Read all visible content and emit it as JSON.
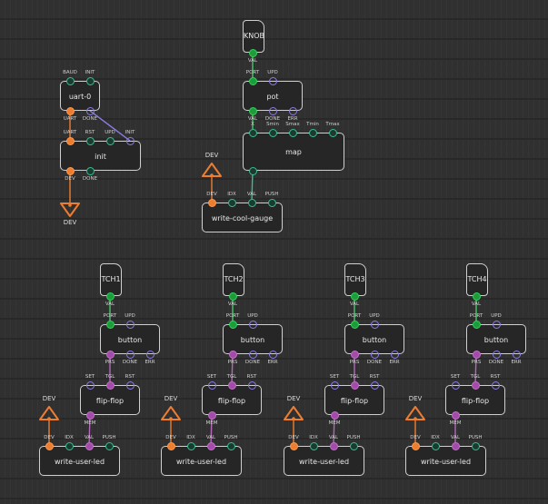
{
  "colors": {
    "green": "#1e9b3a",
    "violet": "#6a5fc7",
    "orange": "#ed7d31",
    "teal": "#1f7f63",
    "purple": "#a24ba9",
    "line_violet": "#8a7ee6",
    "line_green": "#47c86b",
    "line_purple": "#b368bb"
  },
  "nodes": [
    {
      "id": "knob",
      "label": "KNOB",
      "shape": "flag"
    },
    {
      "id": "pot",
      "label": "pot"
    },
    {
      "id": "map",
      "label": "map"
    },
    {
      "id": "uart",
      "label": "uart-0"
    },
    {
      "id": "init",
      "label": "init"
    },
    {
      "id": "wcg",
      "label": "write-cool-gauge"
    },
    {
      "id": "tch1",
      "label": "TCH1",
      "shape": "flag"
    },
    {
      "id": "tch2",
      "label": "TCH2",
      "shape": "flag"
    },
    {
      "id": "tch3",
      "label": "TCH3",
      "shape": "flag"
    },
    {
      "id": "tch4",
      "label": "TCH4",
      "shape": "flag"
    },
    {
      "id": "b1",
      "label": "button"
    },
    {
      "id": "b2",
      "label": "button"
    },
    {
      "id": "b3",
      "label": "button"
    },
    {
      "id": "b4",
      "label": "button"
    },
    {
      "id": "f1",
      "label": "flip-flop"
    },
    {
      "id": "f2",
      "label": "flip-flop"
    },
    {
      "id": "f3",
      "label": "flip-flop"
    },
    {
      "id": "f4",
      "label": "flip-flop"
    },
    {
      "id": "w1",
      "label": "write-user-led"
    },
    {
      "id": "w2",
      "label": "write-user-led"
    },
    {
      "id": "w3",
      "label": "write-user-led"
    },
    {
      "id": "w4",
      "label": "write-user-led"
    }
  ],
  "pins": [
    {
      "node": "knob",
      "label": "VAL",
      "kind": "green",
      "side": "bottom"
    },
    {
      "node": "pot",
      "label": "PORT",
      "kind": "green",
      "side": "top"
    },
    {
      "node": "pot",
      "label": "UPD",
      "kind": "violet",
      "side": "top"
    },
    {
      "node": "pot",
      "label": "VAL",
      "kind": "green",
      "side": "bottom"
    },
    {
      "node": "pot",
      "label": "DONE",
      "kind": "violet",
      "side": "bottom"
    },
    {
      "node": "pot",
      "label": "ERR",
      "kind": "violet",
      "side": "bottom"
    },
    {
      "node": "map",
      "label": "X",
      "kind": "teal",
      "side": "top"
    },
    {
      "node": "map",
      "label": "Smin",
      "kind": "teal",
      "side": "top"
    },
    {
      "node": "map",
      "label": "Smax",
      "kind": "teal",
      "side": "top"
    },
    {
      "node": "map",
      "label": "Tmin",
      "kind": "teal",
      "side": "top"
    },
    {
      "node": "map",
      "label": "Tmax",
      "kind": "teal",
      "side": "top"
    },
    {
      "node": "map",
      "label": "",
      "kind": "teal",
      "side": "bottom"
    },
    {
      "node": "uart",
      "label": "BAUD",
      "kind": "teal",
      "side": "top"
    },
    {
      "node": "uart",
      "label": "INIT",
      "kind": "teal",
      "side": "top"
    },
    {
      "node": "uart",
      "label": "UART",
      "kind": "orange",
      "side": "bottom"
    },
    {
      "node": "uart",
      "label": "DONE",
      "kind": "violet",
      "side": "bottom"
    },
    {
      "node": "init",
      "label": "UART",
      "kind": "orange",
      "side": "top"
    },
    {
      "node": "init",
      "label": "RST",
      "kind": "teal",
      "side": "top"
    },
    {
      "node": "init",
      "label": "UPD",
      "kind": "teal",
      "side": "top"
    },
    {
      "node": "init",
      "label": "INIT",
      "kind": "violet",
      "side": "top"
    },
    {
      "node": "init",
      "label": "DEV",
      "kind": "orange",
      "side": "bottom"
    },
    {
      "node": "init",
      "label": "DONE",
      "kind": "teal",
      "side": "bottom"
    },
    {
      "node": "wcg",
      "label": "DEV",
      "kind": "orange",
      "side": "top"
    },
    {
      "node": "wcg",
      "label": "IDX",
      "kind": "teal",
      "side": "top"
    },
    {
      "node": "wcg",
      "label": "VAL",
      "kind": "teal",
      "side": "top"
    },
    {
      "node": "wcg",
      "label": "PUSH",
      "kind": "teal",
      "side": "top"
    },
    {
      "node": "tch1",
      "label": "VAL",
      "kind": "green",
      "side": "bottom"
    },
    {
      "node": "tch2",
      "label": "VAL",
      "kind": "green",
      "side": "bottom"
    },
    {
      "node": "tch3",
      "label": "VAL",
      "kind": "green",
      "side": "bottom"
    },
    {
      "node": "tch4",
      "label": "VAL",
      "kind": "green",
      "side": "bottom"
    },
    {
      "node": "b1",
      "label": "PORT",
      "kind": "green",
      "side": "top"
    },
    {
      "node": "b1",
      "label": "UPD",
      "kind": "violet",
      "side": "top"
    },
    {
      "node": "b1",
      "label": "PRS",
      "kind": "purple",
      "side": "bottom"
    },
    {
      "node": "b1",
      "label": "DONE",
      "kind": "violet",
      "side": "bottom"
    },
    {
      "node": "b1",
      "label": "ERR",
      "kind": "violet",
      "side": "bottom"
    },
    {
      "node": "b2",
      "label": "PORT",
      "kind": "green",
      "side": "top"
    },
    {
      "node": "b2",
      "label": "UPD",
      "kind": "violet",
      "side": "top"
    },
    {
      "node": "b2",
      "label": "PRS",
      "kind": "purple",
      "side": "bottom"
    },
    {
      "node": "b2",
      "label": "DONE",
      "kind": "violet",
      "side": "bottom"
    },
    {
      "node": "b2",
      "label": "ERR",
      "kind": "violet",
      "side": "bottom"
    },
    {
      "node": "b3",
      "label": "PORT",
      "kind": "green",
      "side": "top"
    },
    {
      "node": "b3",
      "label": "UPD",
      "kind": "violet",
      "side": "top"
    },
    {
      "node": "b3",
      "label": "PRS",
      "kind": "purple",
      "side": "bottom"
    },
    {
      "node": "b3",
      "label": "DONE",
      "kind": "violet",
      "side": "bottom"
    },
    {
      "node": "b3",
      "label": "ERR",
      "kind": "violet",
      "side": "bottom"
    },
    {
      "node": "b4",
      "label": "PORT",
      "kind": "green",
      "side": "top"
    },
    {
      "node": "b4",
      "label": "UPD",
      "kind": "violet",
      "side": "top"
    },
    {
      "node": "b4",
      "label": "PRS",
      "kind": "purple",
      "side": "bottom"
    },
    {
      "node": "b4",
      "label": "DONE",
      "kind": "violet",
      "side": "bottom"
    },
    {
      "node": "b4",
      "label": "ERR",
      "kind": "violet",
      "side": "bottom"
    },
    {
      "node": "f1",
      "label": "SET",
      "kind": "violet",
      "side": "top"
    },
    {
      "node": "f1",
      "label": "TGL",
      "kind": "purple",
      "side": "top"
    },
    {
      "node": "f1",
      "label": "RST",
      "kind": "violet",
      "side": "top"
    },
    {
      "node": "f1",
      "label": "MEM",
      "kind": "purple",
      "side": "bottom"
    },
    {
      "node": "f2",
      "label": "SET",
      "kind": "violet",
      "side": "top"
    },
    {
      "node": "f2",
      "label": "TGL",
      "kind": "purple",
      "side": "top"
    },
    {
      "node": "f2",
      "label": "RST",
      "kind": "violet",
      "side": "top"
    },
    {
      "node": "f2",
      "label": "MEM",
      "kind": "purple",
      "side": "bottom"
    },
    {
      "node": "f3",
      "label": "SET",
      "kind": "violet",
      "side": "top"
    },
    {
      "node": "f3",
      "label": "TGL",
      "kind": "purple",
      "side": "top"
    },
    {
      "node": "f3",
      "label": "RST",
      "kind": "violet",
      "side": "top"
    },
    {
      "node": "f3",
      "label": "MEM",
      "kind": "purple",
      "side": "bottom"
    },
    {
      "node": "f4",
      "label": "SET",
      "kind": "violet",
      "side": "top"
    },
    {
      "node": "f4",
      "label": "TGL",
      "kind": "purple",
      "side": "top"
    },
    {
      "node": "f4",
      "label": "RST",
      "kind": "violet",
      "side": "top"
    },
    {
      "node": "f4",
      "label": "MEM",
      "kind": "purple",
      "side": "bottom"
    },
    {
      "node": "w1",
      "label": "DEV",
      "kind": "orange",
      "side": "top"
    },
    {
      "node": "w1",
      "label": "IDX",
      "kind": "teal",
      "side": "top"
    },
    {
      "node": "w1",
      "label": "VAL",
      "kind": "purple",
      "side": "top"
    },
    {
      "node": "w1",
      "label": "PUSH",
      "kind": "teal",
      "side": "top"
    },
    {
      "node": "w2",
      "label": "DEV",
      "kind": "orange",
      "side": "top"
    },
    {
      "node": "w2",
      "label": "IDX",
      "kind": "teal",
      "side": "top"
    },
    {
      "node": "w2",
      "label": "VAL",
      "kind": "purple",
      "side": "top"
    },
    {
      "node": "w2",
      "label": "PUSH",
      "kind": "teal",
      "side": "top"
    },
    {
      "node": "w3",
      "label": "DEV",
      "kind": "orange",
      "side": "top"
    },
    {
      "node": "w3",
      "label": "IDX",
      "kind": "teal",
      "side": "top"
    },
    {
      "node": "w3",
      "label": "VAL",
      "kind": "purple",
      "side": "top"
    },
    {
      "node": "w3",
      "label": "PUSH",
      "kind": "teal",
      "side": "top"
    },
    {
      "node": "w4",
      "label": "DEV",
      "kind": "orange",
      "side": "top"
    },
    {
      "node": "w4",
      "label": "IDX",
      "kind": "teal",
      "side": "top"
    },
    {
      "node": "w4",
      "label": "VAL",
      "kind": "purple",
      "side": "top"
    },
    {
      "node": "w4",
      "label": "PUSH",
      "kind": "teal",
      "side": "top"
    }
  ],
  "dev_markers": [
    {
      "id": "dev-out",
      "label": "DEV",
      "dir": "down"
    },
    {
      "id": "dev-wcg",
      "label": "DEV",
      "dir": "up"
    },
    {
      "id": "dev-w1",
      "label": "DEV",
      "dir": "up"
    },
    {
      "id": "dev-w2",
      "label": "DEV",
      "dir": "up"
    },
    {
      "id": "dev-w3",
      "label": "DEV",
      "dir": "up"
    },
    {
      "id": "dev-w4",
      "label": "DEV",
      "dir": "up"
    }
  ]
}
